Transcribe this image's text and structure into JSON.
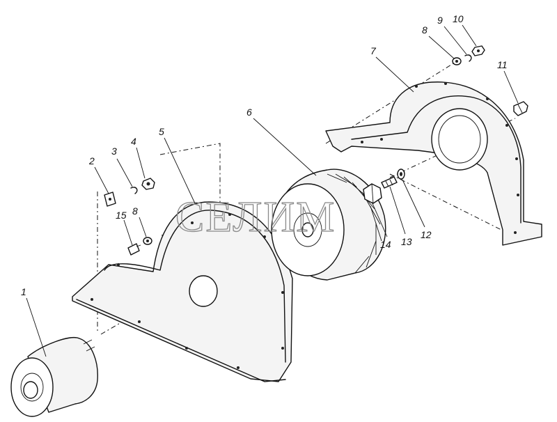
{
  "diagram": {
    "watermark": "СЕЛИМ",
    "callouts": [
      {
        "id": "1",
        "text": "1"
      },
      {
        "id": "2",
        "text": "2"
      },
      {
        "id": "3",
        "text": "3"
      },
      {
        "id": "4",
        "text": "4"
      },
      {
        "id": "5",
        "text": "5"
      },
      {
        "id": "6",
        "text": "6"
      },
      {
        "id": "7",
        "text": "7"
      },
      {
        "id": "8a",
        "text": "8"
      },
      {
        "id": "8b",
        "text": "8"
      },
      {
        "id": "9",
        "text": "9"
      },
      {
        "id": "10",
        "text": "10"
      },
      {
        "id": "11",
        "text": "11"
      },
      {
        "id": "12",
        "text": "12"
      },
      {
        "id": "13",
        "text": "13"
      },
      {
        "id": "14",
        "text": "14"
      },
      {
        "id": "15",
        "text": "15"
      }
    ]
  }
}
